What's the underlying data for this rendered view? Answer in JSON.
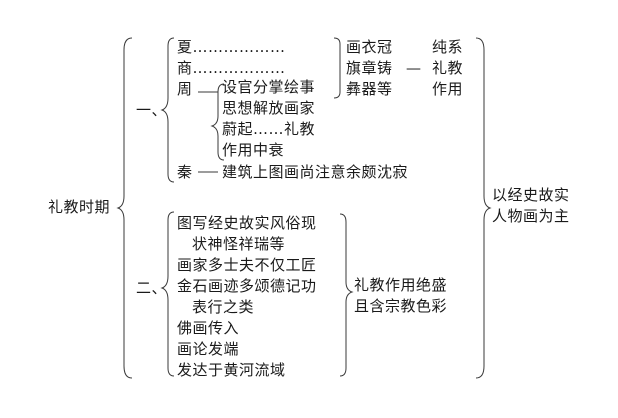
{
  "diagram": {
    "root": "礼教时期",
    "summary": [
      "以经史故实",
      "人物画为主"
    ],
    "period_one": {
      "label": "一、",
      "dynasties": [
        "夏………………",
        "商………………",
        "周",
        "秦"
      ],
      "artifacts": [
        "画衣冠",
        "旗章铸",
        "彝器等"
      ],
      "dash": "—",
      "effects": [
        "纯系",
        "礼教",
        "作用"
      ],
      "zhou_details": [
        "设官分掌绘事",
        "思想解放画家",
        "蔚起……礼教",
        "作用中衰"
      ],
      "qin_detail": "建筑上图画尚注意余颇沈寂"
    },
    "period_two": {
      "label": "二、",
      "features": [
        "图写经史故实风俗现",
        "状神怪祥瑞等",
        "画家多士夫不仅工匠",
        "金石画迹多颂德记功",
        "表行之类",
        "佛画传入",
        "画论发端",
        "发达于黄河流域"
      ],
      "conclusion": [
        "礼教作用绝盛",
        "且含宗教色彩"
      ]
    }
  }
}
